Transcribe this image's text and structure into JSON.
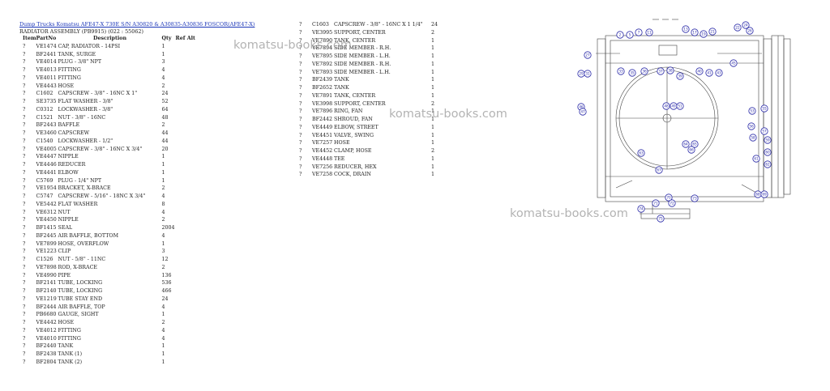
{
  "header": {
    "link": "Dump Trucks Komatsu AFE47-X 730E S/N A30820 & A30835-A30836 FOSCOR(AFE47-X)",
    "assembly": "RADIATOR ASSEMBLY (PB9915) (022 : 55062)"
  },
  "columns": [
    "Item",
    "PartNo",
    "Description",
    "Qty",
    "Ref",
    "Alt"
  ],
  "parts_left": [
    [
      "?",
      "VE1474",
      "CAP, RADIATOR - 14PSI",
      "1"
    ],
    [
      "?",
      "BF2441",
      "TANK, SURGE",
      "1"
    ],
    [
      "?",
      "VE4014",
      "PLUG - 3/8\" NPT",
      "3"
    ],
    [
      "?",
      "VE4013",
      "FITTING",
      "4"
    ],
    [
      "?",
      "VE4011",
      "FITTING",
      "4"
    ],
    [
      "?",
      "VE4443",
      "HOSE",
      "2"
    ],
    [
      "?",
      "C1602",
      "CAPSCREW - 3/8\" - 16NC X 1\"",
      "24"
    ],
    [
      "?",
      "SE3735",
      "FLAT WASHER - 3/8\"",
      "52"
    ],
    [
      "?",
      "C0312",
      "LOCKWASHER - 3/8\"",
      "64"
    ],
    [
      "?",
      "C1521",
      "NUT - 3/8\" - 16NC",
      "48"
    ],
    [
      "?",
      "BF2443",
      "BAFFLE",
      "2"
    ],
    [
      "?",
      "VE3460",
      "CAPSCREW",
      "44"
    ],
    [
      "?",
      "C1540",
      "LOCKWASHER - 1/2\"",
      "44"
    ],
    [
      "?",
      "VE4005",
      "CAPSCREW - 3/8\" - 16NC X 3/4\"",
      "20"
    ],
    [
      "?",
      "VE4447",
      "NIPPLE",
      "1"
    ],
    [
      "?",
      "VE4446",
      "REDUCER",
      "1"
    ],
    [
      "?",
      "VE4441",
      "ELBOW",
      "1"
    ],
    [
      "?",
      "C5769",
      "PLUG - 1/4\" NPT",
      "1"
    ],
    [
      "?",
      "VE1954",
      "BRACKET, X-BRACE",
      "2"
    ],
    [
      "?",
      "C5747",
      "CAPSCREW - 5/16\" - 18NC X 3/4\"",
      "4"
    ],
    [
      "?",
      "VE5442",
      "FLAT WASHER",
      "8"
    ],
    [
      "?",
      "VE6312",
      "NUT",
      "4"
    ],
    [
      "?",
      "VE4450",
      "NIPPLE",
      "2"
    ],
    [
      "?",
      "BF1415",
      "SEAL",
      "2004"
    ],
    [
      "?",
      "BF2445",
      "AIR BAFFLE, BOTTOM",
      "4"
    ],
    [
      "?",
      "VE7899",
      "HOSE, OVERFLOW",
      "1"
    ],
    [
      "?",
      "VE1223",
      "CLIP",
      "3"
    ],
    [
      "?",
      "C1526",
      "NUT - 5/8\" - 11NC",
      "12"
    ],
    [
      "?",
      "VE7898",
      "ROD, X-BRACE",
      "2"
    ],
    [
      "?",
      "VE4990",
      "PIPE",
      "136"
    ],
    [
      "?",
      "BF2141",
      "TUBE, LOCKING",
      "536"
    ],
    [
      "?",
      "BF2140",
      "TUBE, LOCKING",
      "466"
    ],
    [
      "?",
      "VE1219",
      "TUBE STAY END",
      "24"
    ],
    [
      "?",
      "BF2444",
      "AIR BAFFLE, TOP",
      "4"
    ],
    [
      "?",
      "PB6680",
      "GAUGE, SIGHT",
      "1"
    ],
    [
      "?",
      "VE4442",
      "HOSE",
      "2"
    ],
    [
      "?",
      "VE4012",
      "FITTING",
      "4"
    ],
    [
      "?",
      "VE4010",
      "FITTING",
      "4"
    ],
    [
      "?",
      "BF2440",
      "TANK",
      "1"
    ],
    [
      "?",
      "BF2438",
      "TANK (1)",
      "1"
    ],
    [
      "?",
      "BF2804",
      "TANK (2)",
      "1"
    ]
  ],
  "parts_right": [
    [
      "?",
      "C1603",
      "CAPSCREW - 3/8\" - 16NC X 1 1/4\"",
      "24"
    ],
    [
      "?",
      "VE3995",
      "SUPPORT, CENTER",
      "2"
    ],
    [
      "?",
      "VE7890",
      "TANK, CENTER",
      "1"
    ],
    [
      "?",
      "VE7894",
      "SIDE MEMBER - R.H.",
      "1"
    ],
    [
      "?",
      "VE7895",
      "SIDE MEMBER - L.H.",
      "1"
    ],
    [
      "?",
      "VE7892",
      "SIDE MEMBER - R.H.",
      "1"
    ],
    [
      "?",
      "VE7893",
      "SIDE MEMBER - L.H.",
      "1"
    ],
    [
      "?",
      "BF2439",
      "TANK",
      "1"
    ],
    [
      "?",
      "BF2652",
      "TANK",
      "1"
    ],
    [
      "?",
      "VE7891",
      "TANK, CENTER",
      "1"
    ],
    [
      "?",
      "VE3998",
      "SUPPORT, CENTER",
      "2"
    ],
    [
      "?",
      "VE7896",
      "RING, FAN",
      "1"
    ],
    [
      "?",
      "BF2442",
      "SHROUD, FAN",
      "1"
    ],
    [
      "?",
      "VE4449",
      "ELBOW, STREET",
      "1"
    ],
    [
      "?",
      "VE4451",
      "VALVE, SWING",
      "1"
    ],
    [
      "?",
      "VE7257",
      "HOSE",
      "1"
    ],
    [
      "?",
      "VE4452",
      "CLAMP, HOSE",
      "2"
    ],
    [
      "?",
      "VE4448",
      "TEE",
      "1"
    ],
    [
      "?",
      "VE7256",
      "REDUCER, HEX",
      "1"
    ],
    [
      "?",
      "VE7258",
      "COCK, DRAIN",
      "1"
    ]
  ],
  "watermark": "komatsu-books.com",
  "diagram_callouts": [
    "2",
    "5",
    "7",
    "11",
    "13",
    "17",
    "19",
    "21",
    "22",
    "24",
    "26",
    "27",
    "29",
    "31",
    "33",
    "35",
    "36",
    "37",
    "38",
    "39",
    "40",
    "41",
    "43",
    "45",
    "46",
    "47",
    "48",
    "49",
    "51",
    "53",
    "55",
    "56",
    "57",
    "58",
    "59",
    "60",
    "61",
    "62",
    "63",
    "64",
    "65",
    "66",
    "67",
    "68",
    "69",
    "70",
    "71",
    "72",
    "73",
    "74",
    "75"
  ]
}
